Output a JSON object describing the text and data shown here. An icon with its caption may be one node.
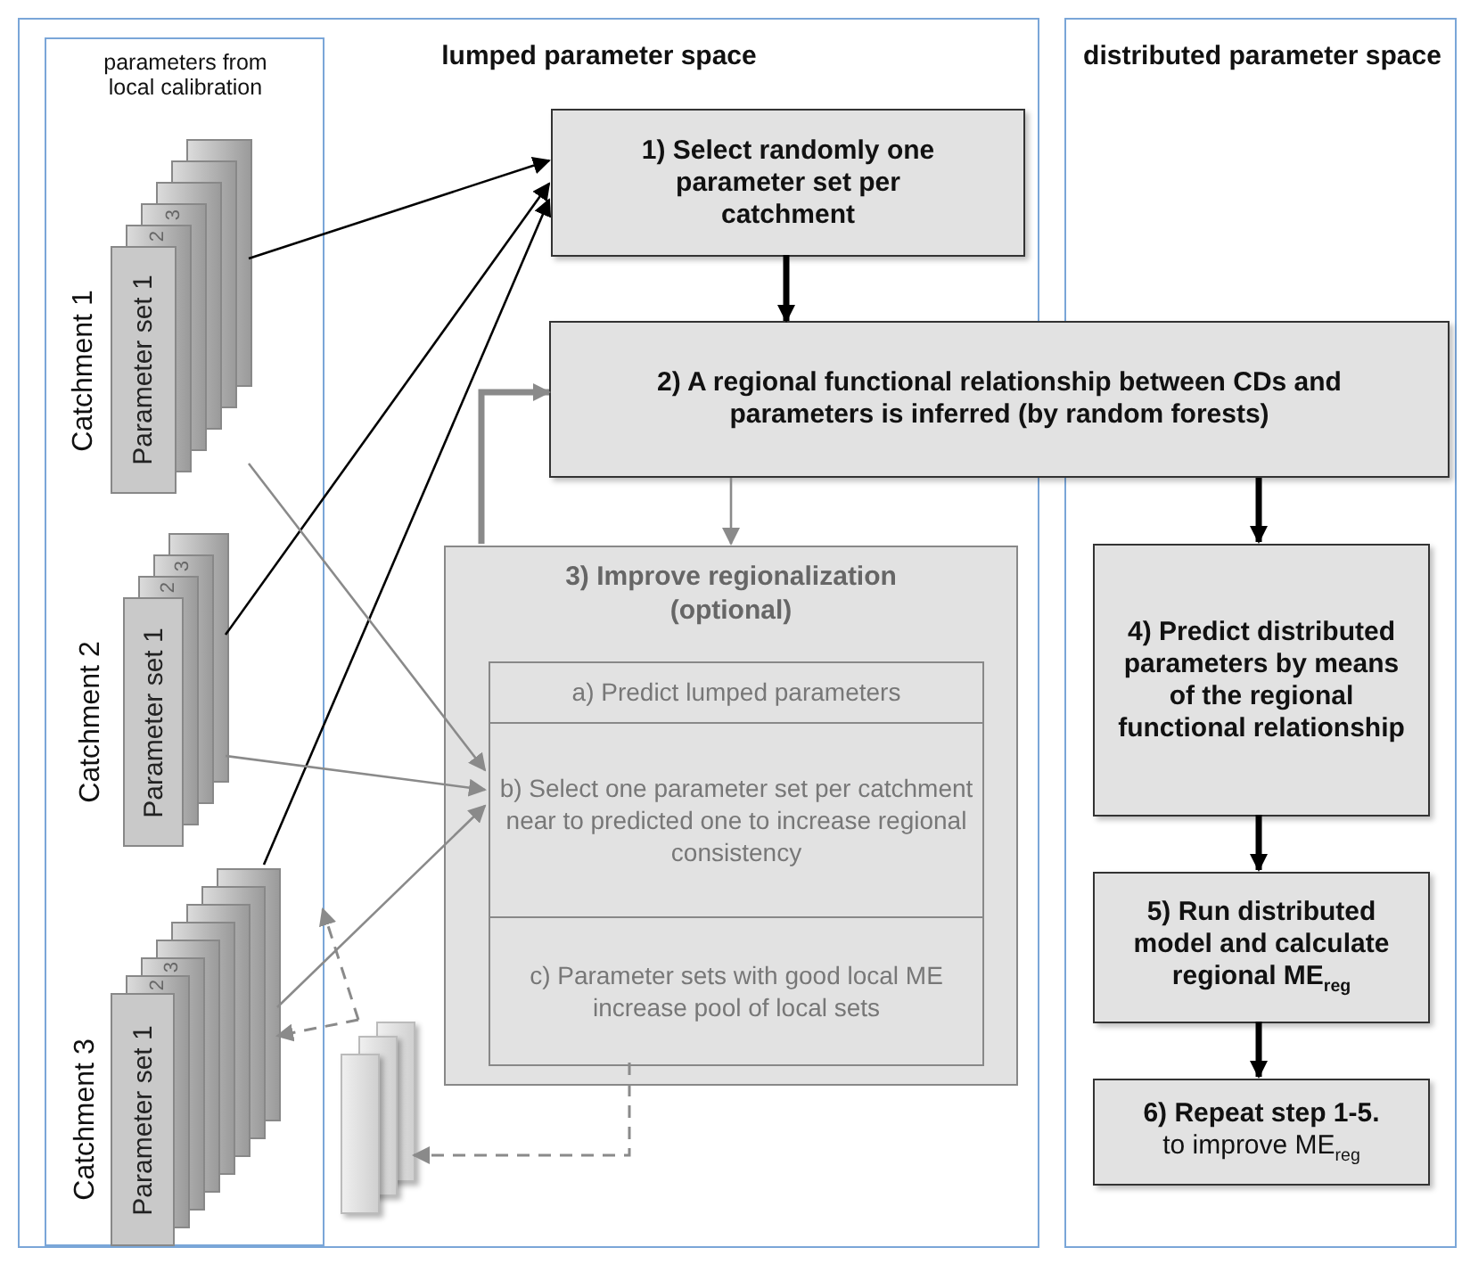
{
  "diagram": {
    "nodes": [
      {
        "text": [
          "lumped parameter space"
        ]
      },
      {
        "text": [
          "parameters from local calibration"
        ],
        "in": 0
      },
      {
        "text": [
          "Parameter set 1",
          "2",
          "3"
        ],
        "beside": [
          "Catchment 1"
        ],
        "in": 1
      },
      {
        "text": [
          "Parameter set 1",
          "2",
          "3"
        ],
        "beside": [
          "Catchment 2"
        ],
        "in": 1
      },
      {
        "text": [
          "Parameter set 1",
          "2",
          "3"
        ],
        "beside": [
          "Catchment 3"
        ],
        "in": 1
      },
      {
        "text": [
          "1) Select randomly one parameter set per catchment"
        ],
        "in": 0
      },
      {
        "text": [
          "2) A regional functional relationship between CDs and parameters is inferred (by random forests)"
        ]
      },
      {
        "text": [
          "3) Improve regionalization (optional)"
        ],
        "in": 0
      },
      {
        "text": [
          "a) Predict lumped parameters"
        ],
        "in": 7
      },
      {
        "text": [
          "b) Select one parameter set per catchment near to predicted one to increase regional consistency"
        ],
        "in": 7
      },
      {
        "text": [
          "c) Parameter sets with good local ME increase pool of local sets"
        ],
        "in": 7
      },
      {
        "text": [],
        "shape": "box",
        "in": 0
      },
      {
        "text": [
          "distributed parameter space"
        ]
      },
      {
        "text": [
          "4) Predict distributed parameters by means of the regional functional relationship"
        ],
        "in": 12
      },
      {
        "text": [
          "5) Run distributed model and calculate regional ME$_{reg}$"
        ],
        "in": 12
      },
      {
        "text": [
          "6) Repeat step 1-5.",
          "to improve ME$_{reg}$"
        ],
        "in": 12
      }
    ],
    "edges": [
      {
        "from": 2,
        "to": 5,
        "arrow": "to",
        "color": "#000000"
      },
      {
        "from": 3,
        "to": 5,
        "arrow": "to",
        "color": "#000000"
      },
      {
        "from": 4,
        "to": 5,
        "arrow": "to",
        "color": "#000000"
      },
      {
        "from": 2,
        "to": 9,
        "arrow": "to",
        "color": "#8a8a8a"
      },
      {
        "from": 3,
        "to": 9,
        "arrow": "to",
        "color": "#8a8a8a"
      },
      {
        "from": 4,
        "to": 9,
        "arrow": "to",
        "color": "#8a8a8a"
      },
      {
        "from": 5,
        "to": 6,
        "arrow": "to",
        "style": "thick",
        "color": "#000000"
      },
      {
        "from": 6,
        "to": 7,
        "arrow": "to",
        "color": "#8a8a8a"
      },
      {
        "from": 7,
        "to": 6,
        "arrow": "to",
        "style": "thick",
        "color": "#8a8a8a"
      },
      {
        "from": 10,
        "to": 11,
        "arrow": "to",
        "style": "dashed",
        "color": "#8a8a8a"
      },
      {
        "from": 11,
        "to": 1,
        "arrow": "to",
        "style": "dashed",
        "color": "#8a8a8a"
      },
      {
        "from": 11,
        "to": 4,
        "arrow": "to",
        "style": "dashed",
        "color": "#8a8a8a"
      },
      {
        "from": 6,
        "to": 13,
        "arrow": "to",
        "style": "thick",
        "color": "#000000"
      },
      {
        "from": 13,
        "to": 14,
        "arrow": "to",
        "style": "thick",
        "color": "#000000"
      },
      {
        "from": 14,
        "to": 15,
        "arrow": "to",
        "style": "thick",
        "color": "#000000"
      }
    ]
  }
}
